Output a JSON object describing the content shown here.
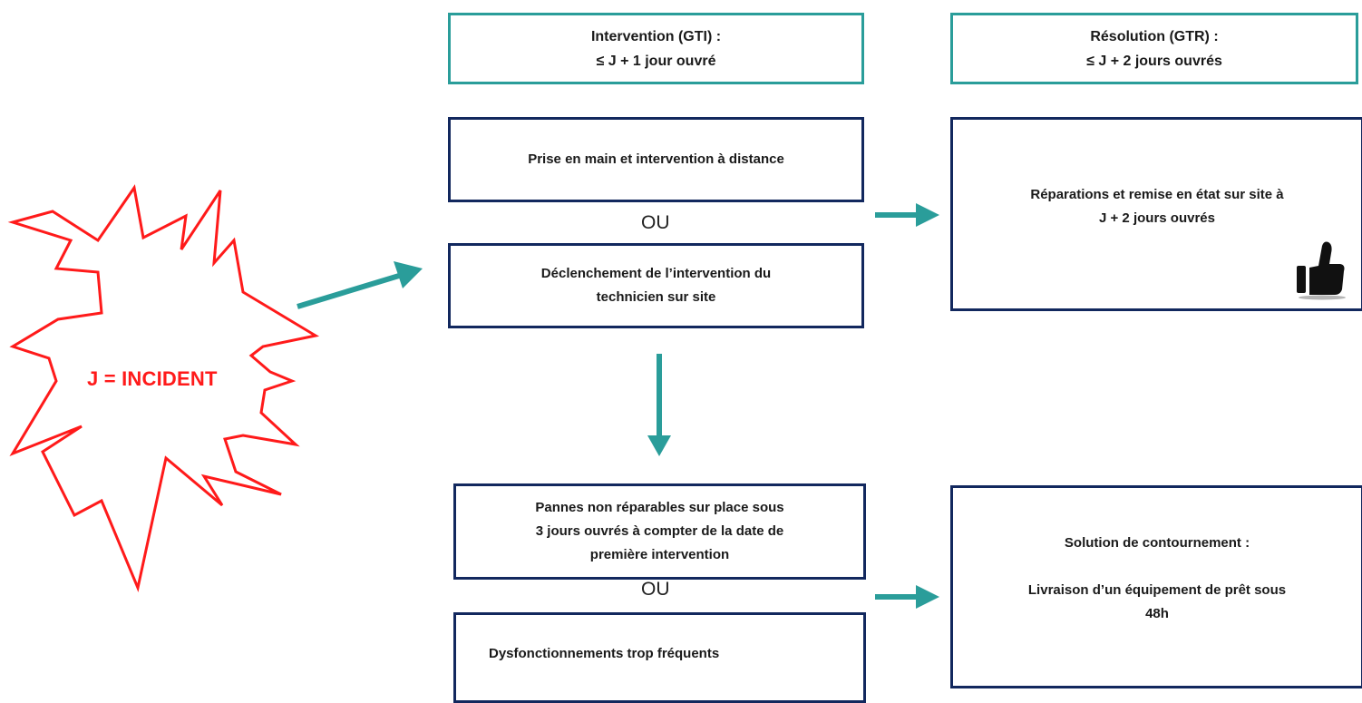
{
  "incident": {
    "label": "J = INCIDENT"
  },
  "headers": {
    "gti": {
      "line1": "Intervention (GTI) :",
      "line2": "≤ J + 1 jour ouvré"
    },
    "gtr": {
      "line1": "Résolution (GTR) :",
      "line2": "≤ J + 2 jours ouvrés"
    }
  },
  "intervention": {
    "remote": "Prise en main et intervention à distance",
    "or1": "OU",
    "onsite": {
      "line1": "Déclenchement de l’intervention du",
      "line2": "technicien sur site"
    }
  },
  "repair": {
    "line1": "Réparations et remise en état sur site à",
    "line2": "J + 2 jours ouvrés",
    "icon": "thumbs-up-icon"
  },
  "failure": {
    "unrepairable": {
      "line1": "Pannes non réparables sur place sous",
      "line2": "3 jours ouvrés à compter de la date de",
      "line3": "première intervention"
    },
    "or2": "OU",
    "frequent": "Dysfonctionnements trop fréquents"
  },
  "workaround": {
    "title": "Solution de contournement :",
    "line1": "Livraison d’un équipement de prêt sous",
    "line2": "48h"
  },
  "colors": {
    "teal": "#2a9d9a",
    "navy": "#12285e",
    "red": "#ff1a1a"
  }
}
